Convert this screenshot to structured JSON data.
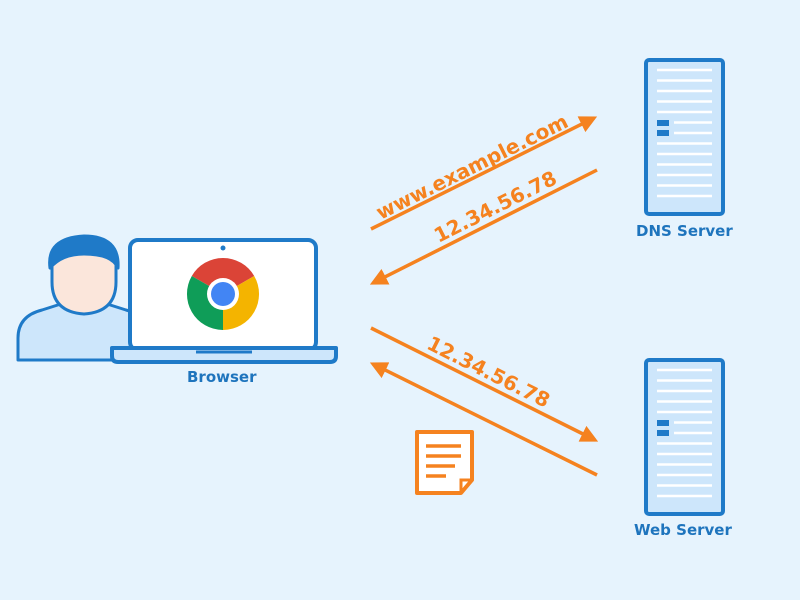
{
  "colors": {
    "background": "#e6f3fd",
    "stroke_blue": "#1f7ac8",
    "fill_light_blue": "#cde6fb",
    "arrow_orange": "#f5821f",
    "label_blue": "#1e74bd",
    "skin": "#fbe6db"
  },
  "browser": {
    "label": "Browser",
    "icon": "chrome-logo-icon"
  },
  "dns_server": {
    "label": "DNS Server",
    "icon": "server-icon"
  },
  "web_server": {
    "label": "Web Server",
    "icon": "server-icon"
  },
  "user": {
    "icon": "user-avatar-icon"
  },
  "document": {
    "icon": "document-icon"
  },
  "arrows": {
    "dns_request": {
      "text": "www.example.com",
      "direction": "browser-to-dns"
    },
    "dns_response": {
      "text": "12.34.56.78",
      "direction": "dns-to-browser"
    },
    "web_request": {
      "text": "12.34.56.78",
      "direction": "browser-to-web"
    },
    "web_response": {
      "text": "",
      "direction": "web-to-browser"
    }
  }
}
